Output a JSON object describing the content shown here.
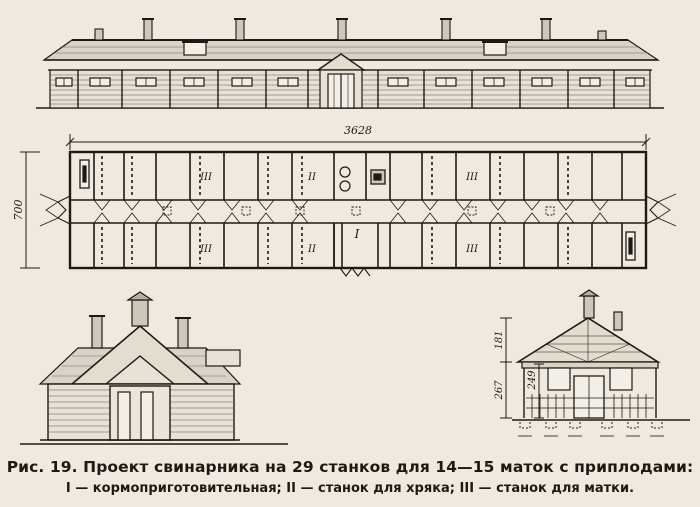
{
  "dimensions": {
    "length": "3628",
    "width": "700",
    "side_height_total": "181",
    "side_height_eave": "267",
    "side_height_inner": "249"
  },
  "room_labels": {
    "feed_room": "I",
    "boar_pen": "II",
    "sow_pen": "III"
  },
  "caption": {
    "title": "Рис. 19. Проект свинарника на 29 станков для 14—15 маток с приплодами:",
    "legend": "I — кормоприготовительная; II — станок для хряка; III — станок для матки."
  }
}
